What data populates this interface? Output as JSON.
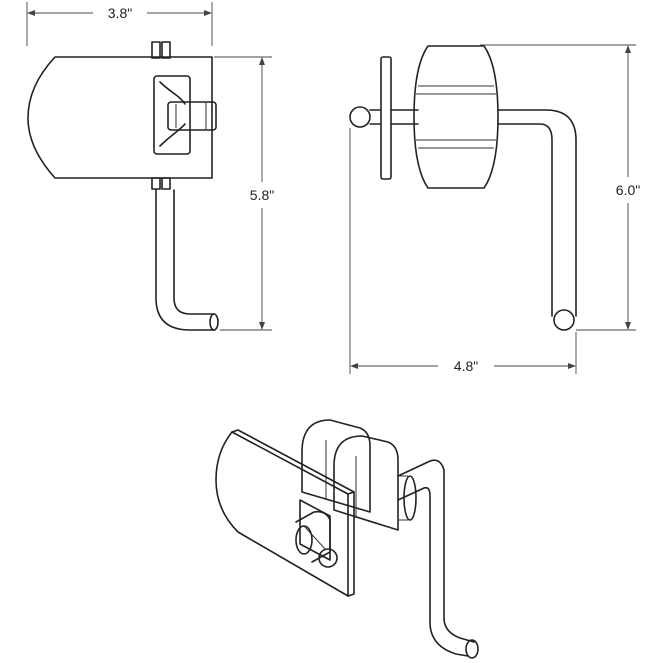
{
  "dimensions": {
    "side_width": "3.8\"",
    "side_height": "5.8\"",
    "front_width": "4.8\"",
    "front_height": "6.0\""
  }
}
